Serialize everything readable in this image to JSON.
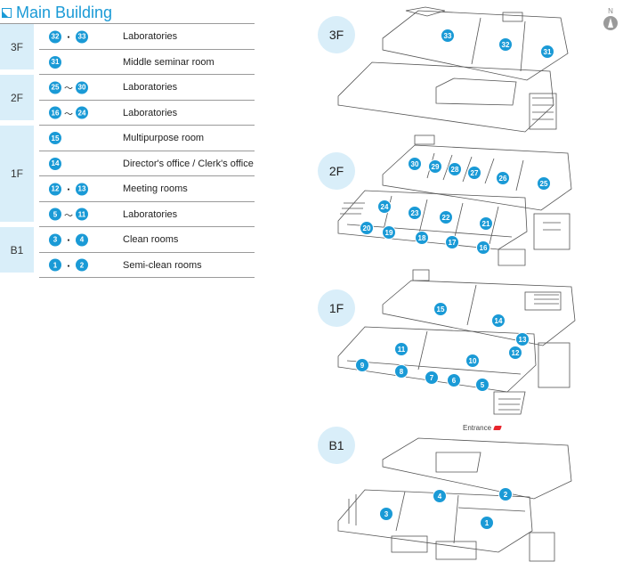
{
  "title": "Main Building",
  "legend": [
    {
      "floor": "3F",
      "rows": [
        {
          "nums": [
            "32",
            "33"
          ],
          "sep": "・",
          "text": "Laboratories"
        },
        {
          "nums": [
            "31"
          ],
          "sep": "",
          "text": "Middle seminar room"
        }
      ]
    },
    {
      "floor": "2F",
      "rows": [
        {
          "nums": [
            "25",
            "30"
          ],
          "sep": "〜",
          "text": "Laboratories"
        },
        {
          "nums": [
            "16",
            "24"
          ],
          "sep": "〜",
          "text": "Laboratories"
        }
      ]
    },
    {
      "floor": "1F",
      "rows": [
        {
          "nums": [
            "15"
          ],
          "sep": "",
          "text": "Multipurpose room"
        },
        {
          "nums": [
            "14"
          ],
          "sep": "",
          "text": "Director's office / Clerk's office"
        },
        {
          "nums": [
            "12",
            "13"
          ],
          "sep": "・",
          "text": "Meeting rooms"
        },
        {
          "nums": [
            "5",
            "11"
          ],
          "sep": "〜",
          "text": "Laboratories"
        }
      ]
    },
    {
      "floor": "B1",
      "rows": [
        {
          "nums": [
            "3",
            "4"
          ],
          "sep": "・",
          "text": "Clean rooms"
        },
        {
          "nums": [
            "1",
            "2"
          ],
          "sep": "・",
          "text": "Semi-clean rooms"
        }
      ]
    }
  ],
  "map_floors": [
    "3F",
    "2F",
    "1F",
    "B1"
  ],
  "compass_label": "N",
  "entrance_label": "Entrance",
  "room_numbers": {
    "3F": [
      "33",
      "32",
      "31"
    ],
    "2F": [
      "30",
      "29",
      "28",
      "27",
      "26",
      "25",
      "24",
      "23",
      "22",
      "21",
      "20",
      "19",
      "18",
      "17",
      "16"
    ],
    "1F": [
      "15",
      "14",
      "13",
      "12",
      "11",
      "10",
      "9",
      "8",
      "7",
      "6",
      "5"
    ],
    "B1": [
      "4",
      "2",
      "3",
      "1"
    ]
  },
  "colors": {
    "accent": "#1a9ad6",
    "floor_bg": "#d9eef9",
    "entrance": "#e8252d"
  }
}
